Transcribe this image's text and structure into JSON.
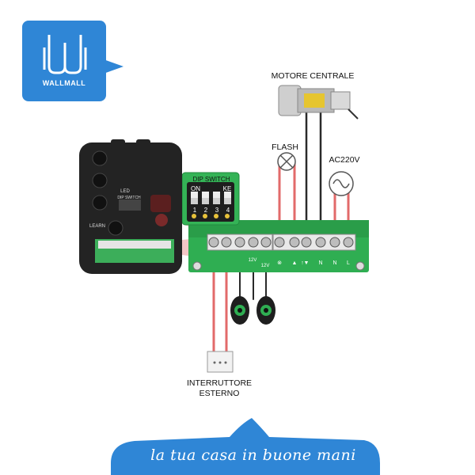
{
  "logo": {
    "text": "WALLMALL"
  },
  "labels": {
    "motor": "MOTORE CENTRALE",
    "flash": "FLASH",
    "ac": "AC220V",
    "switch": "INTERRUTTORE\nESTERNO",
    "dip": "DIP SWITCH",
    "on": "ON",
    "ke": "KE",
    "dip_numbers": [
      "1",
      "2",
      "3",
      "4"
    ],
    "led": "LED",
    "learn": "LEARN",
    "module_dip": "DIP SWITCH",
    "terminal_marks": [
      "⊗",
      "▲",
      "↑",
      "▼",
      "N",
      "N",
      "L"
    ],
    "terminal_marks_left": [
      "12V",
      "12V"
    ]
  },
  "banner": {
    "text": "la tua casa in buone mani"
  },
  "colors": {
    "brand": "#2f86d6",
    "board": "#2fae52",
    "wire_red": "#e26a6a",
    "wire_black": "#2a2a2a"
  }
}
